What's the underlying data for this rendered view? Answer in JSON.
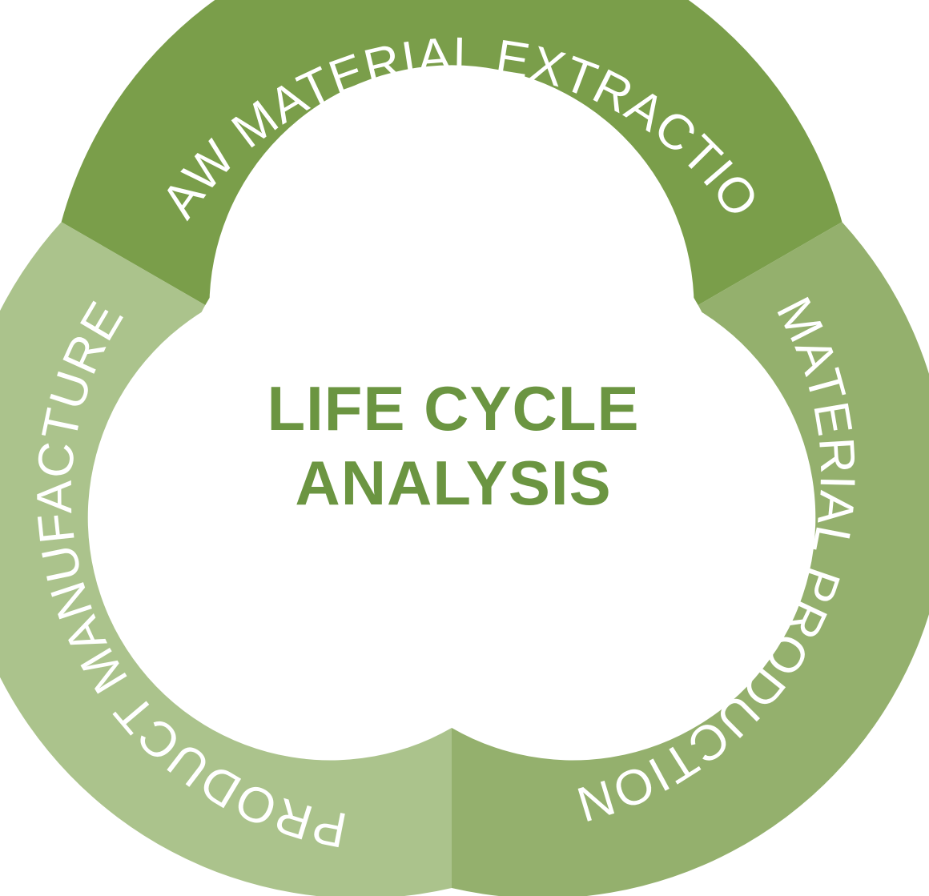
{
  "center": {
    "line1": "LIFE CYCLE",
    "line2": "ANALYSIS"
  },
  "stages": [
    {
      "label": "RAW MATERIAL EXTRACTION",
      "color": "#7a9e4a"
    },
    {
      "label": "MATERIAL PRODUCTION",
      "color": "#94b06d"
    },
    {
      "label": "PRODUCT MANUFACTURE",
      "color": "#abc38c"
    }
  ],
  "colors": {
    "center_fill": "#ffffff",
    "title_text": "#6b9541",
    "stage_text": "#ffffff",
    "page_background": "#ffffff"
  }
}
